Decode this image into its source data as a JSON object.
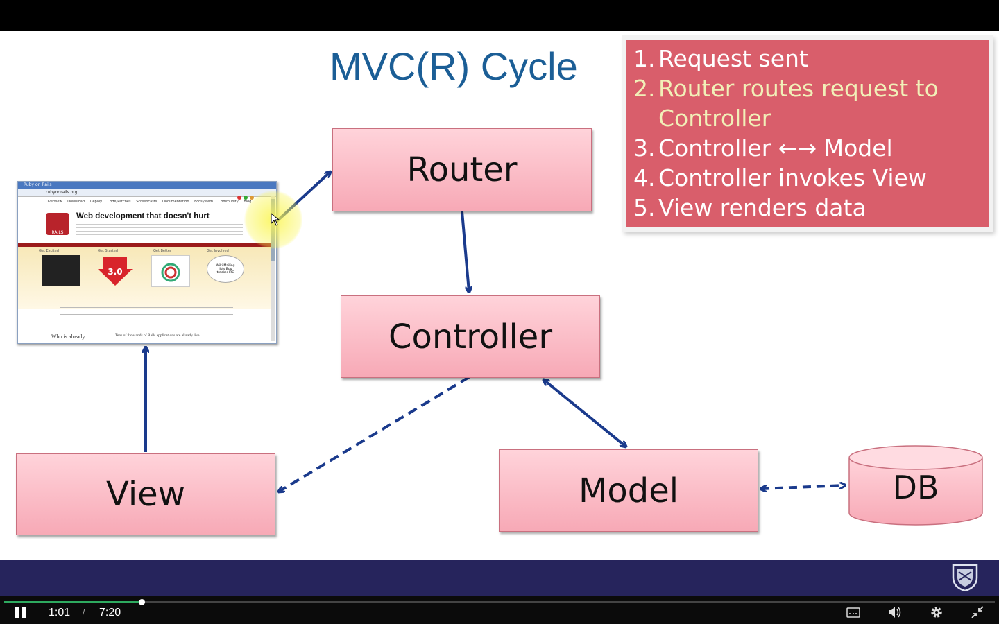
{
  "slide": {
    "title": "MVC(R) Cycle",
    "boxes": {
      "router": "Router",
      "controller": "Controller",
      "view": "View",
      "model": "Model",
      "db": "DB"
    },
    "steps": [
      {
        "num": "1.",
        "text": "Request sent"
      },
      {
        "num": "2.",
        "text": "Router routes request to",
        "cont": "Controller"
      },
      {
        "num": "3.",
        "text": "Controller ←→ Model"
      },
      {
        "num": "4.",
        "text": "Controller invokes View"
      },
      {
        "num": "5.",
        "text": "View renders data"
      }
    ],
    "browser": {
      "tab": "Ruby on Rails",
      "url": "rubyonrails.org",
      "nav": [
        "Overview",
        "Download",
        "Deploy",
        "Code/Patches",
        "Screencasts",
        "Documentation",
        "Ecosystem",
        "Community",
        "Blog"
      ],
      "headline": "Web development that doesn't hurt",
      "logo": "RAILS",
      "sections": [
        "Get Excited",
        "Get Started",
        "Get Better",
        "Get Involved"
      ],
      "badge": "3.0",
      "bubble": "Wiki Mailing lists Bug tracker IRC",
      "footer_left": "Who is already",
      "footer_right": "Tens of thousands of Rails applications are already live"
    },
    "colors": {
      "title": "#1b5e96",
      "box_fill": "#f7a9b6",
      "steps_panel": "#d95e6b",
      "active_step": "#f1f0b8",
      "arrow": "#1a3a8c",
      "footer_band": "#26245c"
    }
  },
  "player": {
    "current_time": "1:01",
    "separator": "/",
    "duration": "7:20",
    "progress": 0.139,
    "icons": [
      "pause-icon",
      "captions-icon",
      "volume-icon",
      "settings-icon",
      "exit-fullscreen-icon"
    ]
  }
}
